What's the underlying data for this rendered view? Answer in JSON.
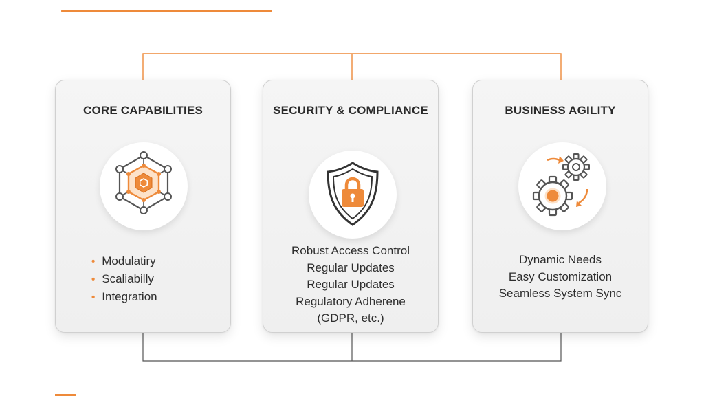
{
  "cards": [
    {
      "title": "CORE CAPABILITIES",
      "icon": "hexagon-network-icon",
      "bullets": [
        "Modulatiry",
        "Scaliabilly",
        "Integration"
      ]
    },
    {
      "title": "SECURITY & COMPLIANCE",
      "icon": "shield-lock-icon",
      "lines": [
        "Robust Access Control",
        "Regular Updates",
        "Regular Updates",
        "Regulatory Adherene",
        "(GDPR, etc.)"
      ]
    },
    {
      "title": "BUSINESS AGILITY",
      "icon": "gears-cycle-icon",
      "lines": [
        "Dynamic Needs",
        "Easy Customization",
        "Seamless System Sync"
      ]
    }
  ],
  "colors": {
    "accent": "#ee8a3a",
    "line": "#555555",
    "card_border": "#d0d0d0"
  },
  "bullet_marker": "•"
}
